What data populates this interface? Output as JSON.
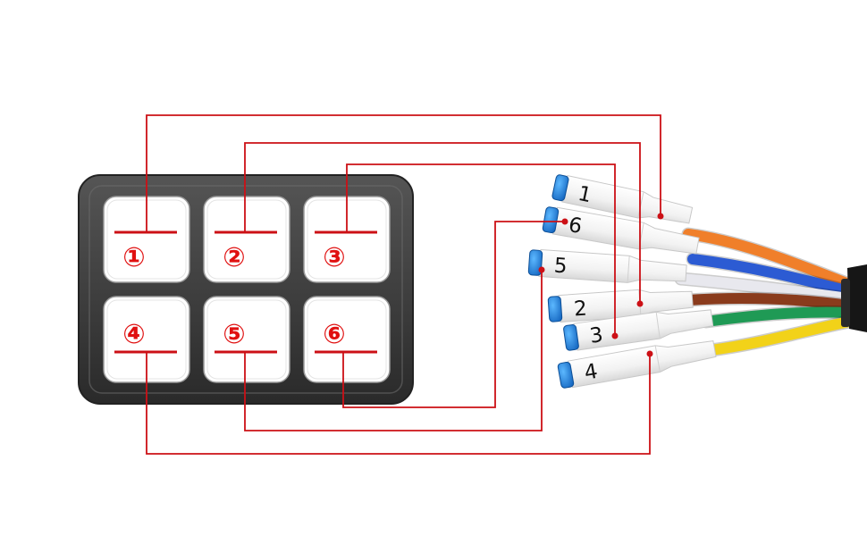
{
  "panel": {
    "buttons": [
      {
        "id": 1,
        "label": "①"
      },
      {
        "id": 2,
        "label": "②"
      },
      {
        "id": 3,
        "label": "③"
      },
      {
        "id": 4,
        "label": "④"
      },
      {
        "id": 5,
        "label": "⑤"
      },
      {
        "id": 6,
        "label": "⑥"
      }
    ]
  },
  "cable": {
    "connectors": [
      {
        "label": "1",
        "wire_color": "#f07f2a"
      },
      {
        "label": "6",
        "wire_color": "#2c5bd3"
      },
      {
        "label": "5",
        "wire_color": "#e8e8ee"
      },
      {
        "label": "2",
        "wire_color": "#8a3b1c"
      },
      {
        "label": "3",
        "wire_color": "#1f9a55"
      },
      {
        "label": "4",
        "wire_color": "#f2d219"
      }
    ],
    "jacket_color": "#161616",
    "cap_color": "#1c86e0"
  },
  "colors": {
    "link_line": "#cc1016",
    "label_red": "#e01010",
    "housing": "#3a3a3a",
    "button_face": "#ffffff"
  }
}
